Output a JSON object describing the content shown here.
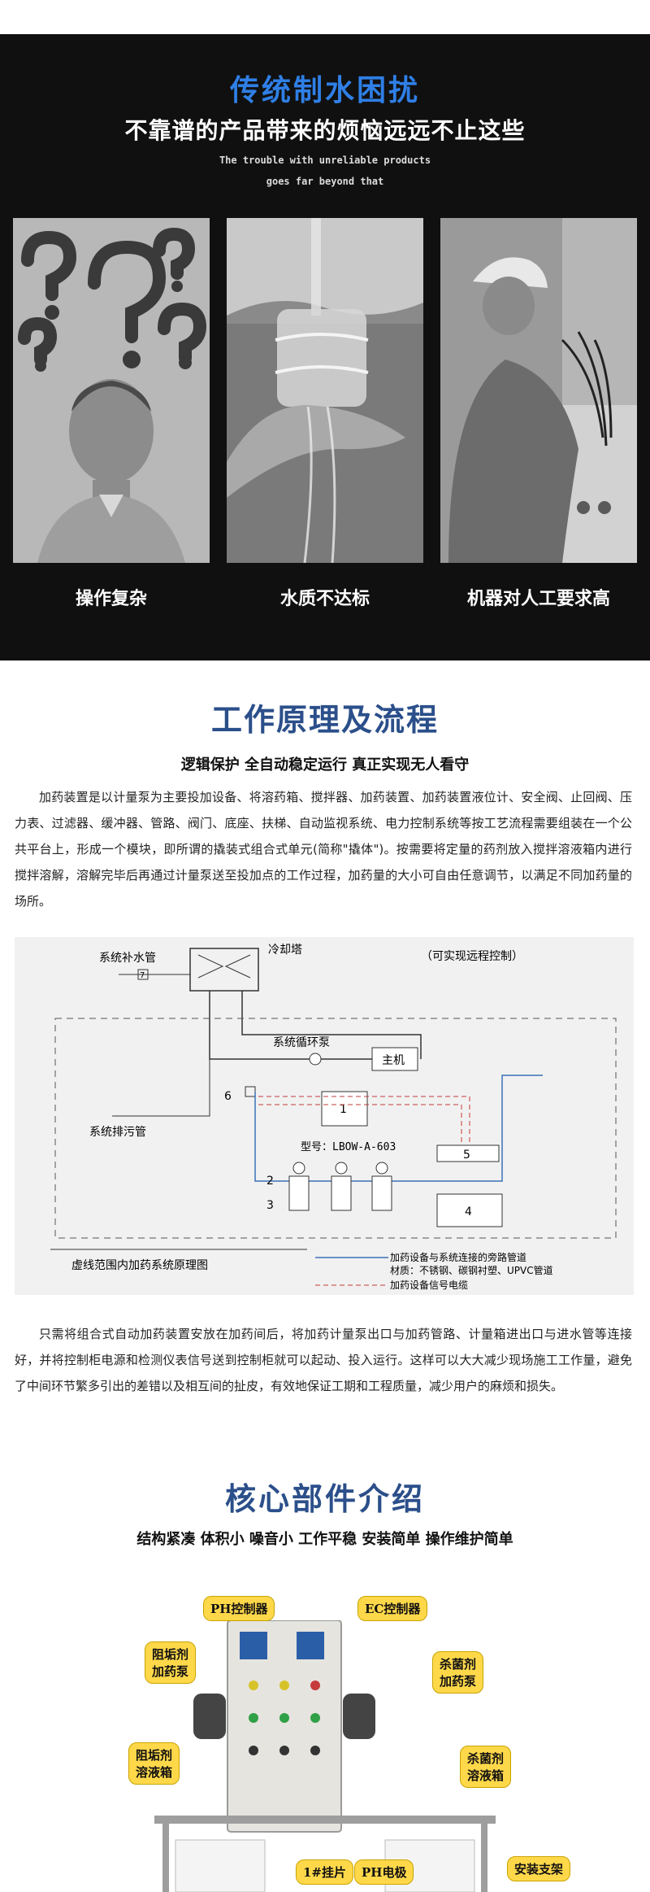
{
  "section1": {
    "title": "传统制水困扰",
    "subtitle": "不靠谱的产品带来的烦恼远远不止这些",
    "subtitle_en_line1": "The trouble with unreliable products",
    "subtitle_en_line2": "goes far beyond that",
    "panels": [
      {
        "caption": "操作复杂"
      },
      {
        "caption": "水质不达标"
      },
      {
        "caption": "机器对人工要求高"
      }
    ]
  },
  "section2": {
    "title": "工作原理及流程",
    "subtitle": "逻辑保护  全自动稳定运行  真正实现无人看守",
    "paragraph1": "加药装置是以计量泵为主要投加设备、将溶药箱、搅拌器、加药装置、加药装置液位计、安全阀、止回阀、压力表、过滤器、缓冲器、管路、阀门、底座、扶梯、自动监视系统、电力控制系统等按工艺流程需要组装在一个公共平台上，形成一个模块，即所谓的撬装式组合式单元(简称\"撬体\")。按需要将定量的药剂放入搅拌溶液箱内进行搅拌溶解，溶解完毕后再通过计量泵送至投加点的工作过程，加药量的大小可自由任意调节，以满足不同加药量的场所。",
    "diagram": {
      "label_makeup": "系统补水管",
      "label_tower": "冷却塔",
      "label_remote": "（可实现远程控制）",
      "label_pump": "系统循环泵",
      "label_host": "主机",
      "label_drain": "系统排污管",
      "label_model": "型号：LBOW-A-603",
      "n1": "1",
      "n2": "2",
      "n3": "3",
      "n4": "4",
      "n5": "5",
      "n6": "6",
      "n7": "7",
      "legend_title": "虚线范围内加药系统原理图",
      "legend_line1": "加药设备与系统连接的旁路管道",
      "legend_line2": "材质：不锈钢、碳钢衬塑、UPVC管道",
      "legend_line3": "加药设备信号电缆"
    },
    "paragraph2": "只需将组合式自动加药装置安放在加药间后，将加药计量泵出口与加药管路、计量箱进出口与进水管等连接好，并将控制柜电源和检测仪表信号送到控制柜就可以起动、投入运行。这样可以大大减少现场施工工作量，避免了中间环节繁多引出的差错以及相互间的扯皮，有效地保证工期和工程质量，减少用户的麻烦和损失。"
  },
  "section3": {
    "title": "核心部件介绍",
    "subtitle": "结构紧凑  体积小  噪音小  工作平稳  安装简单  操作维护简单",
    "tags": {
      "ph_controller": "PH控制器",
      "ec_controller": "EC控制器",
      "scale_pump": "阻垢剂\n加药泵",
      "bio_pump": "杀菌剂\n加药泵",
      "scale_tank": "阻垢剂\n溶液箱",
      "bio_tank": "杀菌剂\n溶液箱",
      "hanger": "1#挂片",
      "ph_electrode": "PH电极",
      "bracket": "安装支架"
    }
  }
}
